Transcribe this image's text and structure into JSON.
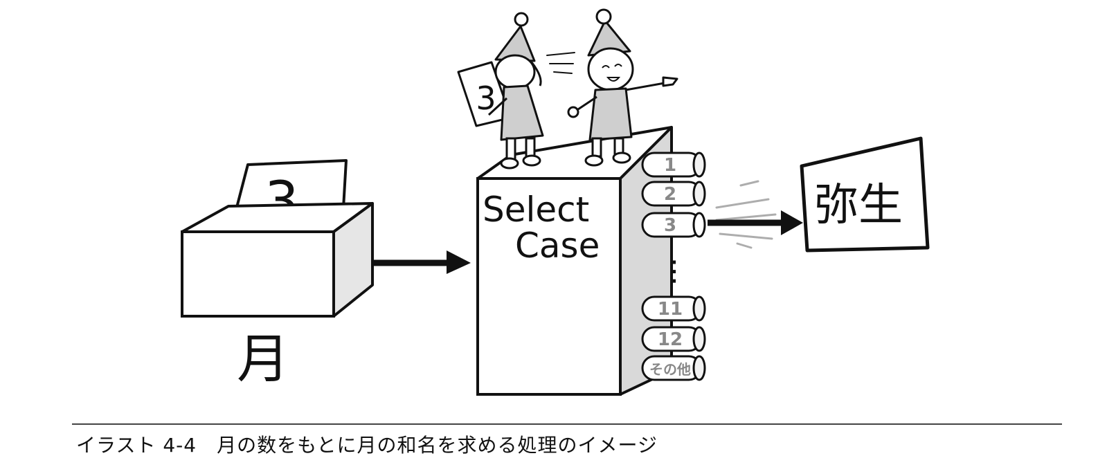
{
  "input_box": {
    "card_value": "3",
    "label": "月"
  },
  "select_case": {
    "line1": "Select",
    "line2": "Case"
  },
  "slots": [
    "1",
    "2",
    "3",
    "⋮",
    "11",
    "12",
    "その他"
  ],
  "chosen_slot": "3",
  "held_card_value": "3",
  "output_card": {
    "value": "弥生"
  },
  "caption": "イラスト 4-4　月の数をもとに月の和名を求める処理のイメージ"
}
